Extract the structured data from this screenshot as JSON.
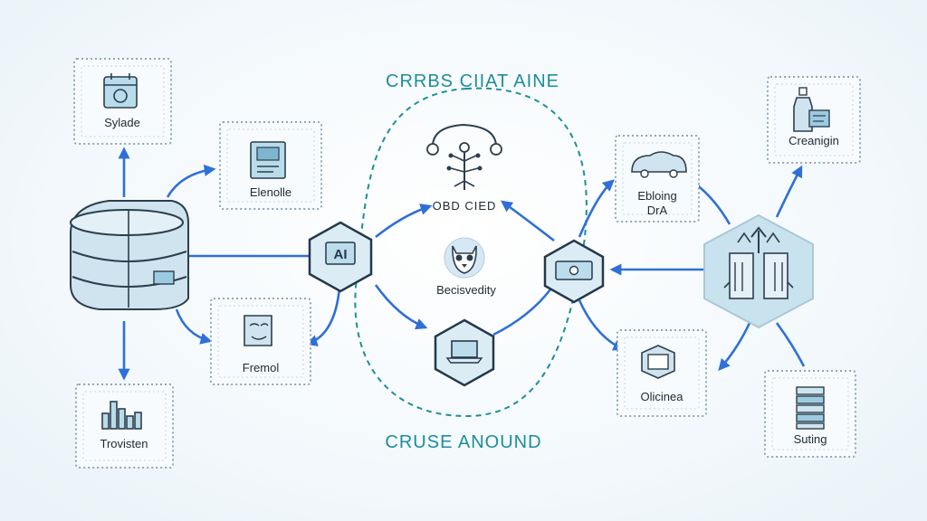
{
  "diagram": {
    "title_top": "CRRBS CIIAT AINE",
    "title_bottom": "CRUSE  ANOUND",
    "left_nodes": {
      "top": "Sylade",
      "upper": "Elenolle",
      "lower": "Fremol",
      "bottom": "Trovisten"
    },
    "center_nodes": {
      "top": "OBD CIED",
      "hex_left": "AI",
      "middle": "Becisvedity"
    },
    "right_nodes": {
      "top": "Creanigin",
      "upper": "Ebloing\nDrA",
      "lower": "Olicinea",
      "bottom": "Suting"
    },
    "colors": {
      "arrow": "#2f6fd8",
      "loop": "#1c8e9c",
      "title": "#1c8e9c",
      "icon_fill": "#b9dcea"
    }
  }
}
